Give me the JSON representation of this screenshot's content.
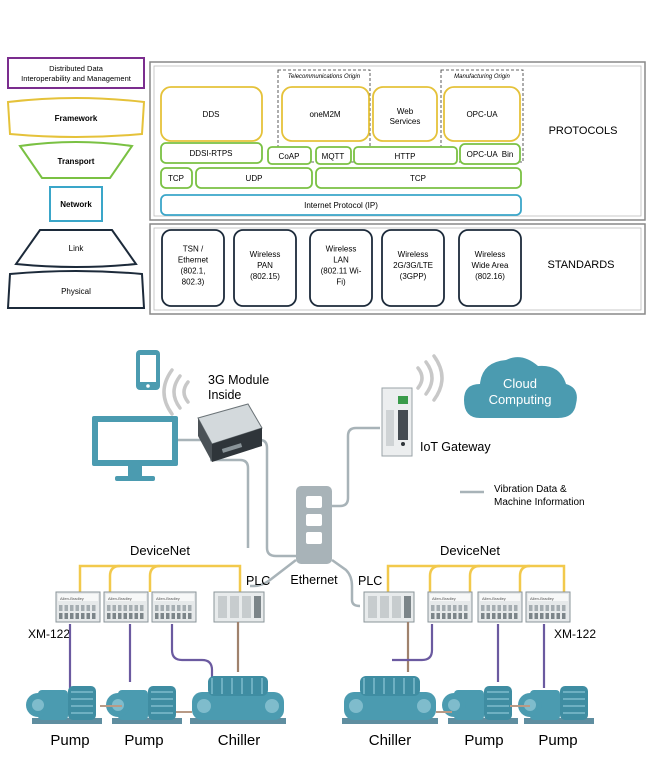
{
  "stack": {
    "layers": [
      {
        "label": "Distributed Data Interoperability and Management",
        "label_line1": "Distributed Data",
        "label_line2": "Interoperability and Management",
        "color": "#7b2d8e"
      },
      {
        "label": "Framework",
        "color": "#e5c23a"
      },
      {
        "label": "Transport",
        "color": "#7ac143"
      },
      {
        "label": "Network",
        "color": "#3aa6c9"
      },
      {
        "label": "Link",
        "color": "#1c2a3a"
      },
      {
        "label": "Physical",
        "color": "#1c2a3a"
      }
    ]
  },
  "protocols": {
    "section_label": "PROTOCOLS",
    "origins": {
      "telecom": "Telecommunications Origin",
      "manufacturing": "Manufacturing Origin"
    },
    "framework": [
      "DDS",
      "oneM2M",
      "Web Services",
      "OPC-UA"
    ],
    "web_services_line1": "Web",
    "web_services_line2": "Services",
    "transport": [
      "DDSI-RTPS",
      "CoAP",
      "MQTT",
      "HTTP",
      "OPC-UA  Bin"
    ],
    "network": [
      "TCP",
      "UDP",
      "TCP"
    ],
    "ip": "Internet Protocol (IP)"
  },
  "standards": {
    "section_label": "STANDARDS",
    "items": [
      {
        "lines": [
          "TSN /",
          "Ethernet",
          "(802.1,",
          "802.3)"
        ]
      },
      {
        "lines": [
          "Wireless",
          "PAN",
          "(802.15)"
        ]
      },
      {
        "lines": [
          "Wireless",
          "LAN",
          "(802.11 Wi-",
          "Fi)"
        ]
      },
      {
        "lines": [
          "Wireless",
          "2G/3G/LTE",
          "(3GPP)"
        ]
      },
      {
        "lines": [
          "Wireless",
          "Wide Area",
          "(802.16)"
        ]
      }
    ]
  },
  "network": {
    "module_label_line1": "3G Module",
    "module_label_line2": "Inside",
    "cloud_line1": "Cloud",
    "cloud_line2": "Computing",
    "gateway_label": "IoT Gateway",
    "legend_line1": "Vibration Data &",
    "legend_line2": "Machine Information",
    "ethernet_label": "Ethernet",
    "devicenet_left": "DeviceNet",
    "devicenet_right": "DeviceNet",
    "plc_left": "PLC",
    "plc_right": "PLC",
    "xm_left": "XM-122",
    "xm_right": "XM-122",
    "module_brand": "Allen-Bradley",
    "bottom_labels_left": [
      "Pump",
      "Pump",
      "Chiller"
    ],
    "bottom_labels_right": [
      "Chiller",
      "Pump",
      "Pump"
    ],
    "colors": {
      "teal": "#4b9bb0",
      "yellow": "#f2c94c",
      "purple": "#7b2d8e",
      "gray": "#7f8c8d",
      "brown": "#a0826d"
    }
  }
}
